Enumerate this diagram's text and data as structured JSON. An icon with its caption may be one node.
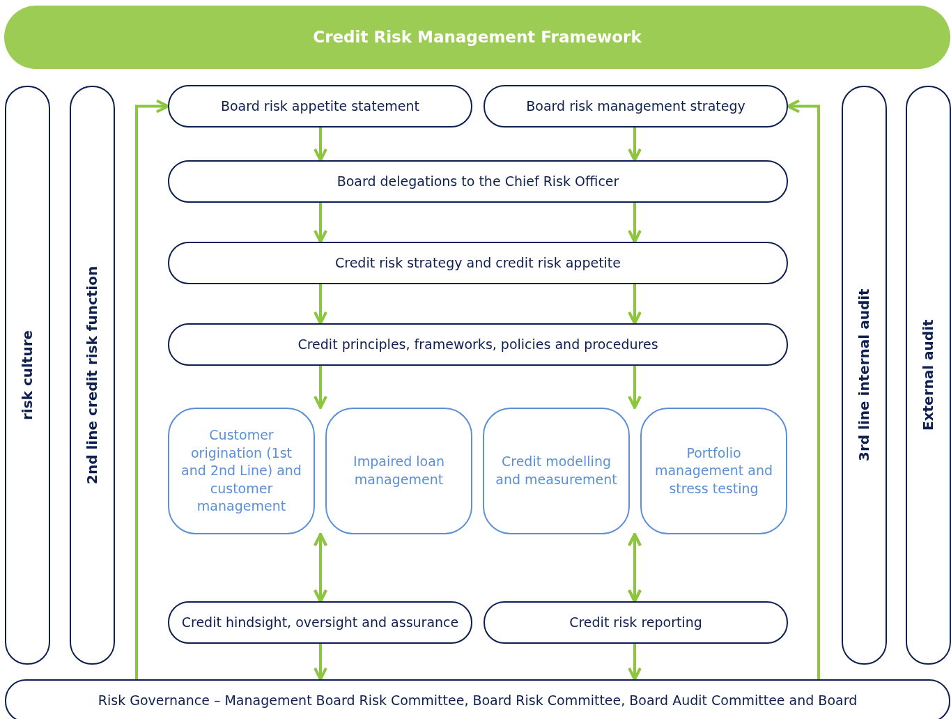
{
  "diagram": {
    "nodes": [
      {
        "text": [
          "Credit Risk Management Framework"
        ]
      },
      {
        "text": [
          "risk culture"
        ]
      },
      {
        "text": [
          "2nd line credit risk function"
        ]
      },
      {
        "text": [
          "Board risk appetite statement"
        ]
      },
      {
        "text": [
          "Board risk management strategy"
        ]
      },
      {
        "text": [
          "Board delegations to the Chief Risk Officer"
        ]
      },
      {
        "text": [
          "Credit risk strategy and credit risk appetite"
        ]
      },
      {
        "text": [
          "Credit principles, frameworks, policies and procedures"
        ]
      },
      {
        "text": [
          "Customer origination (1st and 2nd Line) and customer management"
        ]
      },
      {
        "text": [
          "Impaired loan management"
        ]
      },
      {
        "text": [
          "Credit modelling and measurement"
        ]
      },
      {
        "text": [
          "Portfolio management and stress testing"
        ]
      },
      {
        "text": [
          "Credit hindsight, oversight and assurance"
        ]
      },
      {
        "text": [
          "Credit risk reporting"
        ]
      },
      {
        "text": [
          "3rd line internal audit"
        ]
      },
      {
        "text": [
          "External audit"
        ]
      },
      {
        "text": [
          "Risk Governance – Management Board Risk Committee, Board Risk Committee, Board Audit Committee and Board"
        ]
      }
    ],
    "edges": [
      {
        "from": 3,
        "to": 5,
        "arrow": "to"
      },
      {
        "from": 4,
        "to": 5,
        "arrow": "to"
      },
      {
        "from": 5,
        "to": 6,
        "arrow": "to"
      },
      {
        "from": 5,
        "to": 6,
        "arrow": "to"
      },
      {
        "from": 6,
        "to": 7,
        "arrow": "to"
      },
      {
        "from": 6,
        "to": 7,
        "arrow": "to"
      },
      {
        "from": 7,
        "to": 8,
        "arrow": "to"
      },
      {
        "from": 7,
        "to": 9,
        "arrow": "to"
      },
      {
        "from": 7,
        "to": 10,
        "arrow": "to"
      },
      {
        "from": 7,
        "to": 11,
        "arrow": "to"
      },
      {
        "from": 12,
        "to": 8,
        "arrow": "both"
      },
      {
        "from": 12,
        "to": 9,
        "arrow": "both"
      },
      {
        "from": 13,
        "to": 10,
        "arrow": "both"
      },
      {
        "from": 13,
        "to": 11,
        "arrow": "both"
      },
      {
        "from": 12,
        "to": 16,
        "arrow": "to"
      },
      {
        "from": 13,
        "to": 16,
        "arrow": "to"
      },
      {
        "from": 16,
        "to": 3,
        "arrow": "to"
      },
      {
        "from": 16,
        "to": 4,
        "arrow": "to"
      }
    ]
  }
}
